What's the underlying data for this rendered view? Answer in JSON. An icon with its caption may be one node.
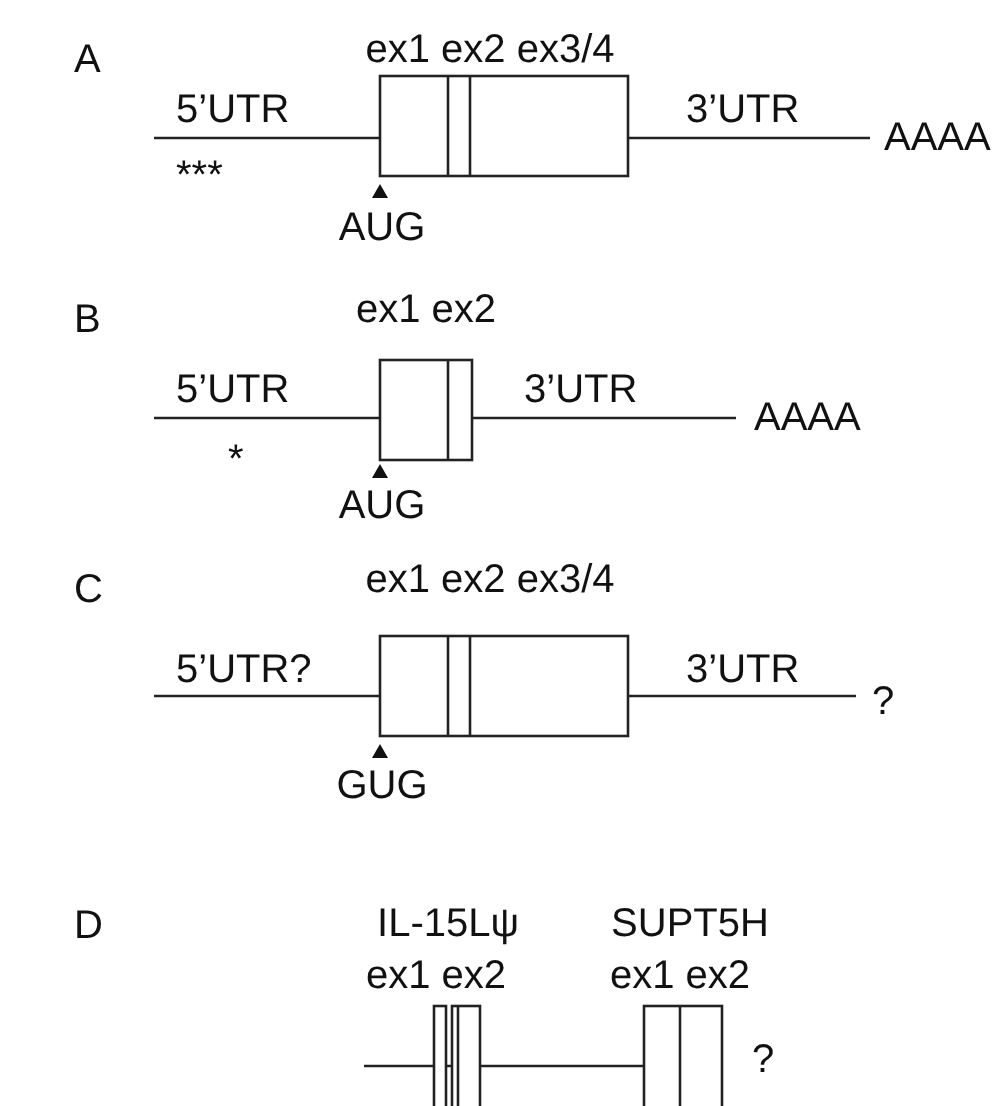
{
  "diagram": {
    "labels": [
      "A",
      "ex1 ex2 ex3/4",
      "5’UTR",
      "3’UTR",
      "AAAA",
      "***",
      "AUG",
      "B",
      "ex1 ex2",
      "5’UTR",
      "3’UTR",
      "AAAA",
      "*",
      "AUG",
      "C",
      "ex1 ex2 ex3/4",
      "5’UTR?",
      "3’UTR",
      "?",
      "GUG",
      "D",
      "IL-15Lψ",
      "ex1 ex2",
      "SUPT5H",
      "ex1 ex2",
      "?"
    ]
  }
}
